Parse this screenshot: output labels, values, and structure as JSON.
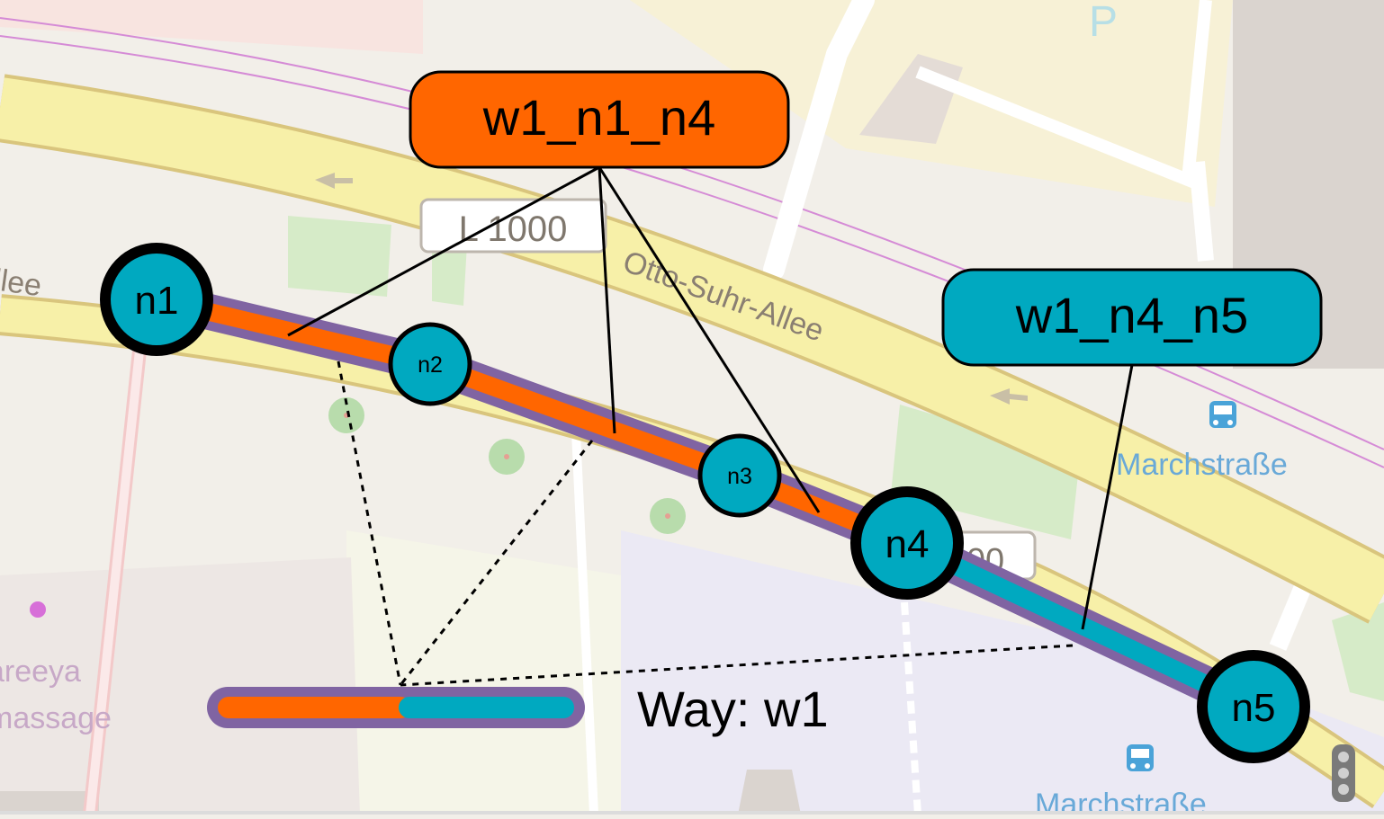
{
  "map": {
    "street_name": "Otto-Suhr-Allee",
    "street_name_fragment": "llee",
    "road_ref": "L 1000",
    "road_ref_partial": "00",
    "bus_stop_1": "Marchstraße",
    "bus_stop_2": "Marchstraße",
    "poi_label_line1": "areeya",
    "poi_label_line2": "massage",
    "parking_symbol": "P",
    "icons": [
      "bus-stop-icon",
      "traffic-signals-icon",
      "oneway-arrow-icon",
      "parking-icon"
    ]
  },
  "way": {
    "label": "Way: w1",
    "colors": {
      "segment_1": "#ff6600",
      "segment_2": "#00a9c0",
      "outline": "#8064a2",
      "node_fill": "#00a9c0"
    }
  },
  "nodes": [
    {
      "id": "n1",
      "endpoint": true
    },
    {
      "id": "n2",
      "endpoint": false
    },
    {
      "id": "n3",
      "endpoint": false
    },
    {
      "id": "n4",
      "endpoint": true
    },
    {
      "id": "n5",
      "endpoint": true
    }
  ],
  "segments": [
    {
      "label": "w1_n1_n4",
      "color": "#ff6600"
    },
    {
      "label": "w1_n4_n5",
      "color": "#00a9c0"
    }
  ]
}
